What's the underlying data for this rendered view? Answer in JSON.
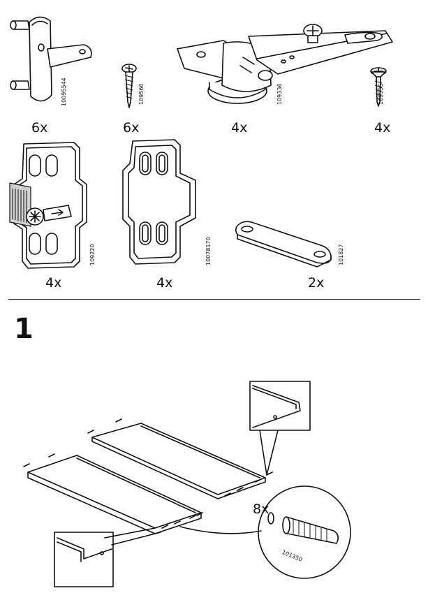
{
  "parts": [
    {
      "code": "10095544",
      "quantity": "6x",
      "icon": "shelf-support-pin-icon"
    },
    {
      "code": "109560",
      "quantity": "6x",
      "icon": "pan-head-screw-icon"
    },
    {
      "code": "109336",
      "quantity": "4x",
      "icon": "cabinet-hinge-icon"
    },
    {
      "code": "109535",
      "quantity": "4x",
      "icon": "countersunk-screw-icon"
    },
    {
      "code": "109220",
      "quantity": "4x",
      "icon": "hinge-mounting-plate-icon"
    },
    {
      "code": "10078170",
      "quantity": "4x",
      "icon": "damper-pad-icon"
    },
    {
      "code": "101827",
      "quantity": "2x",
      "icon": "connector-bracket-icon"
    }
  ],
  "step": {
    "number": "1",
    "dowel_quantity": "8x",
    "dowel_code": "101350"
  }
}
